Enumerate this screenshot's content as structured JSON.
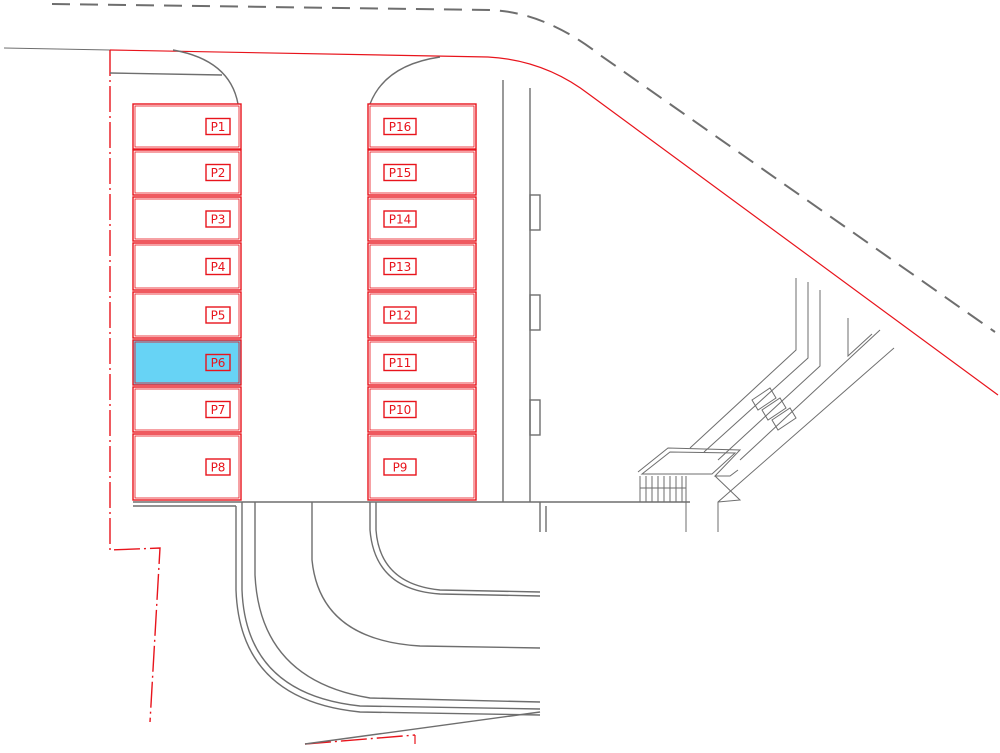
{
  "colors": {
    "boundary": "#e8141c",
    "structure": "#6e6e6e",
    "selected_fill": "#67d3f5",
    "background": "#ffffff"
  },
  "selected_slot": "P6",
  "slots": [
    {
      "id": "P1",
      "label": "P1",
      "column": "left",
      "row": 0
    },
    {
      "id": "P2",
      "label": "P2",
      "column": "left",
      "row": 1
    },
    {
      "id": "P3",
      "label": "P3",
      "column": "left",
      "row": 2
    },
    {
      "id": "P4",
      "label": "P4",
      "column": "left",
      "row": 3
    },
    {
      "id": "P5",
      "label": "P5",
      "column": "left",
      "row": 4
    },
    {
      "id": "P6",
      "label": "P6",
      "column": "left",
      "row": 5
    },
    {
      "id": "P7",
      "label": "P7",
      "column": "left",
      "row": 6
    },
    {
      "id": "P8",
      "label": "P8",
      "column": "left",
      "row": 7
    },
    {
      "id": "P16",
      "label": "P16",
      "column": "right",
      "row": 0
    },
    {
      "id": "P15",
      "label": "P15",
      "column": "right",
      "row": 1
    },
    {
      "id": "P14",
      "label": "P14",
      "column": "right",
      "row": 2
    },
    {
      "id": "P13",
      "label": "P13",
      "column": "right",
      "row": 3
    },
    {
      "id": "P12",
      "label": "P12",
      "column": "right",
      "row": 4
    },
    {
      "id": "P11",
      "label": "P11",
      "column": "right",
      "row": 5
    },
    {
      "id": "P10",
      "label": "P10",
      "column": "right",
      "row": 6
    },
    {
      "id": "P9",
      "label": "P9",
      "column": "right",
      "row": 7
    }
  ]
}
